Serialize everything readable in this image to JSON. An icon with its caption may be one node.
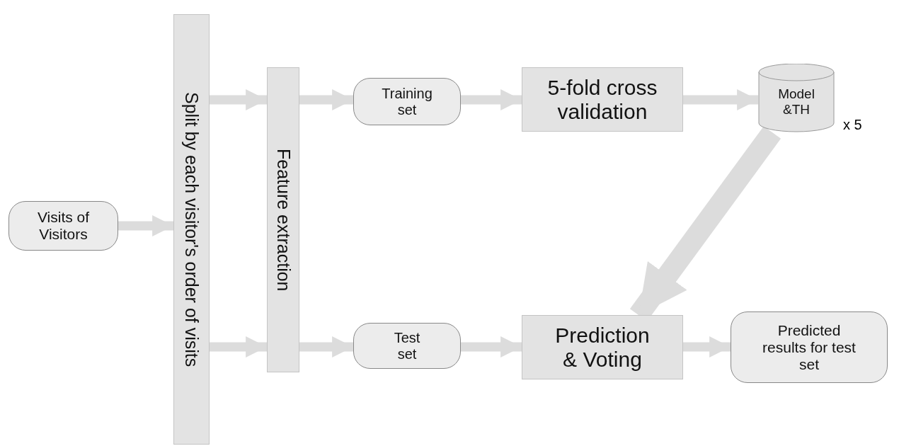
{
  "diagram": {
    "nodes": [
      {
        "text": [
          "Visits of Visitors"
        ]
      },
      {
        "text": [
          "Split by each visitor's order of visits"
        ]
      },
      {
        "text": [
          "Feature extraction"
        ]
      },
      {
        "text": [
          "Training set"
        ]
      },
      {
        "text": [
          "5-fold cross validation"
        ]
      },
      {
        "text": [
          "Model &TH"
        ],
        "beside": [
          "x 5"
        ]
      },
      {
        "text": [
          "Test set"
        ]
      },
      {
        "text": [
          "Prediction & Voting"
        ]
      },
      {
        "text": [
          "Predicted results for test set"
        ]
      }
    ],
    "edges": [
      {
        "from": 0,
        "to": 1,
        "arrow": "to"
      },
      {
        "from": 1,
        "to": 2,
        "arrow": "to"
      },
      {
        "from": 1,
        "to": 2,
        "arrow": "to"
      },
      {
        "from": 2,
        "to": 3,
        "arrow": "to"
      },
      {
        "from": 2,
        "to": 6,
        "arrow": "to"
      },
      {
        "from": 3,
        "to": 4,
        "arrow": "to"
      },
      {
        "from": 4,
        "to": 5,
        "arrow": "to"
      },
      {
        "from": 5,
        "to": 7,
        "arrow": "to",
        "style": "thick"
      },
      {
        "from": 6,
        "to": 7,
        "arrow": "to"
      },
      {
        "from": 7,
        "to": 8,
        "arrow": "to"
      }
    ]
  }
}
